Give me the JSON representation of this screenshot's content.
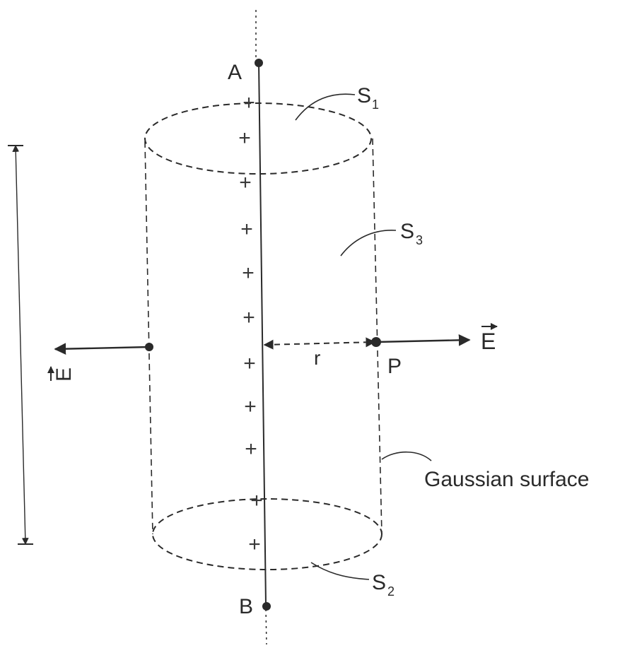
{
  "labels": {
    "point_a": "A",
    "point_b": "B",
    "point_p": "P",
    "radius": "r",
    "surface_top": "S",
    "surface_top_sub": "1",
    "surface_bottom": "S",
    "surface_bottom_sub": "2",
    "surface_side": "S",
    "surface_side_sub": "3",
    "field_right": "E",
    "field_left": "E",
    "gaussian_surface": "Gaussian surface"
  },
  "charge_symbol": "+",
  "colors": {
    "ink": "#2a2a2a",
    "background": "#ffffff"
  }
}
